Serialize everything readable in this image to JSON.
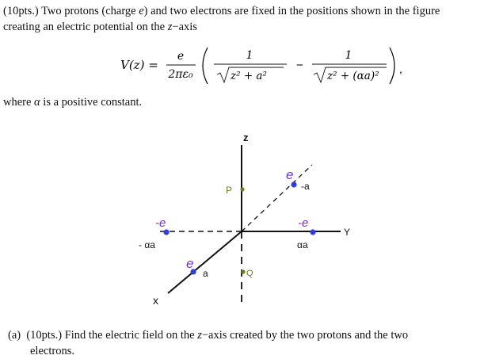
{
  "problem": {
    "line1_prefix": "(10pts.) Two protons (charge ",
    "charge_symbol": "e",
    "line1_suffix": ") and two electrons are fixed in the positions shown in the figure",
    "line2_prefix": "creating an electric potential on the ",
    "axis_symbol": "z",
    "line2_suffix": "−axis"
  },
  "equation": {
    "lhs": "V(z) =",
    "prefactor_num": "e",
    "prefactor_den": "2πε₀",
    "term1_num": "1",
    "term1_den": "z² + a²",
    "minus": "−",
    "term2_num": "1",
    "term2_den": "z² + (αa)²",
    "trailing": ","
  },
  "where": {
    "prefix": "where ",
    "alpha": "α",
    "suffix": " is a positive constant."
  },
  "figure": {
    "z_label": "z",
    "y_label": "Y",
    "x_label": "x",
    "p_label": "P",
    "q_label": "Q",
    "top_charge": "e",
    "top_pos": "-a",
    "right_charge": "-e",
    "right_pos": "αa",
    "left_charge": "-e",
    "left_pos": "- αa",
    "bottom_charge": "e",
    "bottom_pos": "a",
    "colors": {
      "charge_ink": "#7b2fd4",
      "dot_blue": "#2f3fd8",
      "point_dot": "#6f7a1c",
      "axis_ink": "#111111"
    }
  },
  "question": {
    "label": "(a)",
    "pts": "(10pts.)",
    "text1": " Find the electric field on the ",
    "axis_symbol": "z",
    "text2": "−axis created by the two protons and the two",
    "text3": "electrons."
  }
}
